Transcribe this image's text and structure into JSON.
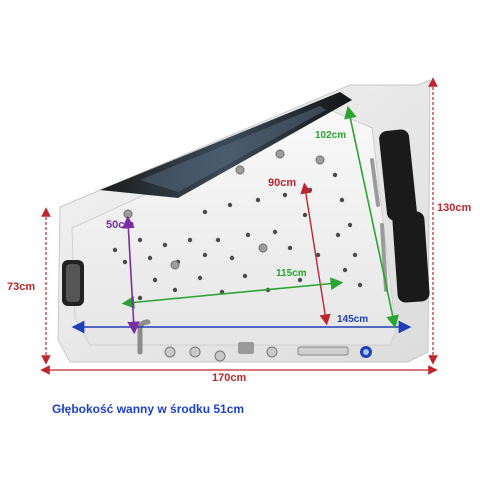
{
  "dimensions": {
    "overall_width": "170cm",
    "right_height": "130cm",
    "left_height": "73cm",
    "inner_length": "145cm",
    "inner_width_diag": "115cm",
    "inner_depth_right": "90cm",
    "inner_top_edge": "102cm",
    "seat_height": "50cm"
  },
  "caption": "Głębokość wanny w środku 51cm",
  "colors": {
    "red": "#c0262d",
    "green": "#2aa532",
    "blue": "#1f3fb8",
    "purple": "#7a2fa0",
    "caption": "#1c3fd0"
  }
}
